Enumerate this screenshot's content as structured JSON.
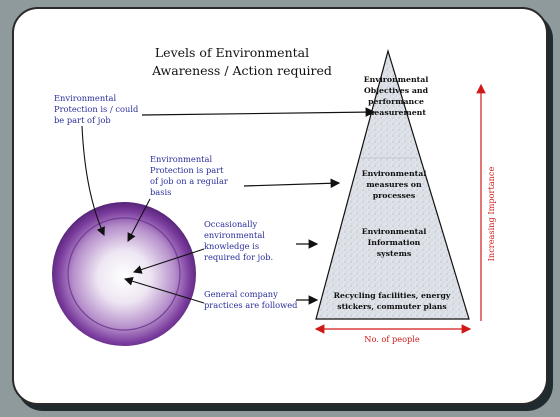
{
  "title": {
    "line1": "Levels of Environmental",
    "line2": "Awareness / Action required"
  },
  "left_labels": [
    {
      "lines": [
        "Environmental",
        "Protection is / could",
        "be part of job"
      ]
    },
    {
      "lines": [
        "Environmental",
        "Protection is part",
        "of job on a regular",
        "basis"
      ]
    },
    {
      "lines": [
        "Occasionally",
        "environmental",
        "knowledge is",
        "required for job."
      ]
    },
    {
      "lines": [
        "General company",
        "practices are followed"
      ]
    }
  ],
  "pyramid_tiers": [
    {
      "lines": [
        "Environmental",
        "Objectives and",
        "performance",
        "measurement"
      ]
    },
    {
      "lines": [
        "Environmental",
        "measures on",
        "processes"
      ]
    },
    {
      "lines": [
        "Environmental",
        "Information",
        "systems"
      ]
    },
    {
      "lines": [
        "Recycling facilities, energy",
        "stickers, commuter plans"
      ]
    }
  ],
  "x_axis_label": "No. of people",
  "y_axis_label": "Increasing Importance",
  "colors": {
    "label_blue": "#2a2f9a",
    "axis_red": "#d01818",
    "sphere_purple": "#6a2f8f",
    "pyramid_fill": "#dfe3e9",
    "frame": "#2a2a2a"
  },
  "icons": {
    "arrow": "arrow-right-icon",
    "sphere": "sphere-icon"
  }
}
